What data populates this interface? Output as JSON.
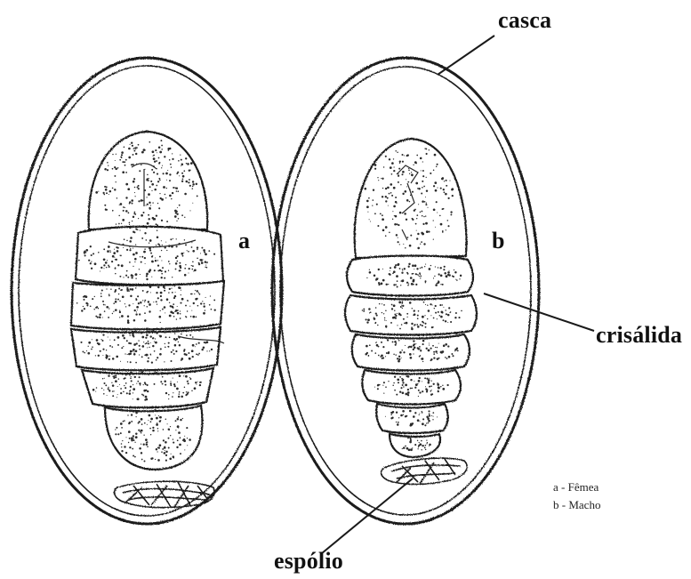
{
  "labels": {
    "casca": "casca",
    "crisalida": "crisálida",
    "espolio": "espólio",
    "pupa_a": "a",
    "pupa_b": "b"
  },
  "legend": [
    {
      "key": "a",
      "sep": "-",
      "text": "Fêmea"
    },
    {
      "key": "b",
      "sep": "-",
      "text": "Macho"
    }
  ],
  "colors": {
    "ink": "#1a1a1a",
    "paper": "#ffffff",
    "stipple": "#2a2a2a"
  }
}
